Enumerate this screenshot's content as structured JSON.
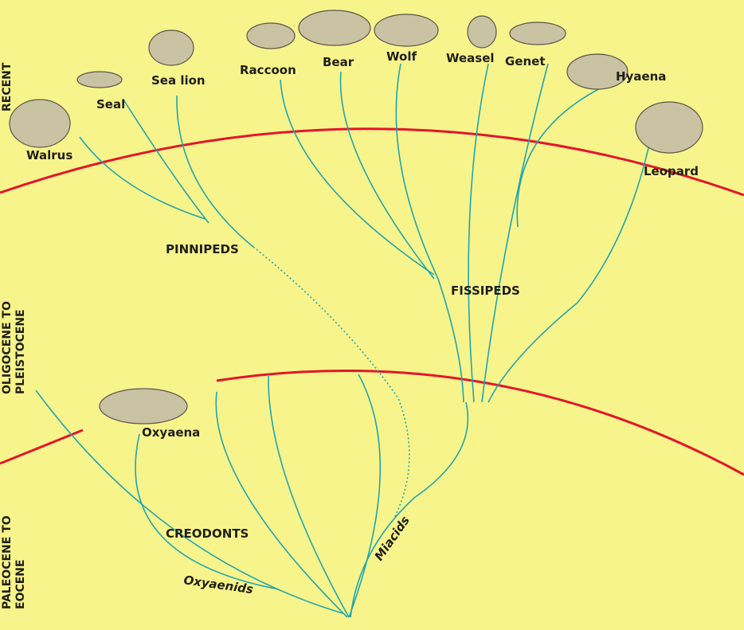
{
  "eras": {
    "recent": "RECENT",
    "oligocene": [
      "OLIGOCENE TO",
      "PLEISTOCENE"
    ],
    "paleocene": [
      "PALEOCENE TO",
      "EOCENE"
    ]
  },
  "groups": {
    "pinnipeds": "PINNIPEDS",
    "fissipeds": "FISSIPEDS",
    "creodonts": "CREODONTS",
    "oxyaenids": "Oxyaenids",
    "miacids": "Miacids"
  },
  "animals": {
    "walrus": "Walrus",
    "seal": "Seal",
    "sea_lion": "Sea lion",
    "raccoon": "Raccoon",
    "bear": "Bear",
    "wolf": "Wolf",
    "weasel": "Weasel",
    "genet": "Genet",
    "hyaena": "Hyaena",
    "leopard": "Leopard",
    "oxyaena": "Oxyaena"
  },
  "colors": {
    "background": "#f8f48c",
    "era_boundary": "#e3162b",
    "lineage": "#1fa6ad"
  }
}
